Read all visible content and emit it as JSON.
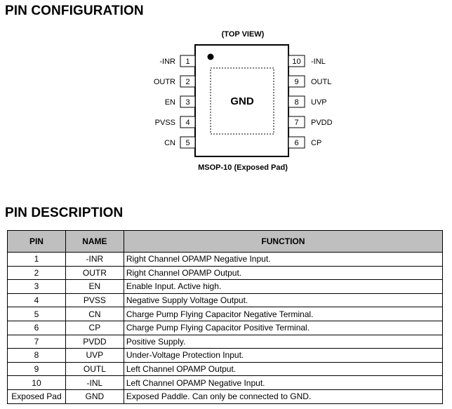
{
  "pin_config": {
    "title": "PIN CONFIGURATION",
    "view_label": "(TOP VIEW)",
    "center_label": "GND",
    "package_label": "MSOP-10 (Exposed Pad)",
    "left_pins": [
      {
        "num": "1",
        "name": "-INR"
      },
      {
        "num": "2",
        "name": "OUTR"
      },
      {
        "num": "3",
        "name": "EN"
      },
      {
        "num": "4",
        "name": "PVSS"
      },
      {
        "num": "5",
        "name": "CN"
      }
    ],
    "right_pins": [
      {
        "num": "10",
        "name": "-INL"
      },
      {
        "num": "9",
        "name": "OUTL"
      },
      {
        "num": "8",
        "name": "UVP"
      },
      {
        "num": "7",
        "name": "PVDD"
      },
      {
        "num": "6",
        "name": "CP"
      }
    ]
  },
  "pin_desc": {
    "title": "PIN DESCRIPTION",
    "headers": [
      "PIN",
      "NAME",
      "FUNCTION"
    ],
    "rows": [
      [
        "1",
        "-INR",
        "Right Channel OPAMP Negative Input."
      ],
      [
        "2",
        "OUTR",
        "Right Channel OPAMP Output."
      ],
      [
        "3",
        "EN",
        "Enable Input. Active high."
      ],
      [
        "4",
        "PVSS",
        "Negative Supply Voltage Output."
      ],
      [
        "5",
        "CN",
        "Charge Pump Flying Capacitor Negative Terminal."
      ],
      [
        "6",
        "CP",
        "Charge Pump Flying Capacitor Positive Terminal."
      ],
      [
        "7",
        "PVDD",
        "Positive Supply."
      ],
      [
        "8",
        "UVP",
        "Under-Voltage Protection Input."
      ],
      [
        "9",
        "OUTL",
        "Left Channel OPAMP Output."
      ],
      [
        "10",
        "-INL",
        "Left Channel OPAMP Negative Input."
      ],
      [
        "Exposed Pad",
        "GND",
        "Exposed Paddle. Can only be connected to GND."
      ]
    ]
  }
}
